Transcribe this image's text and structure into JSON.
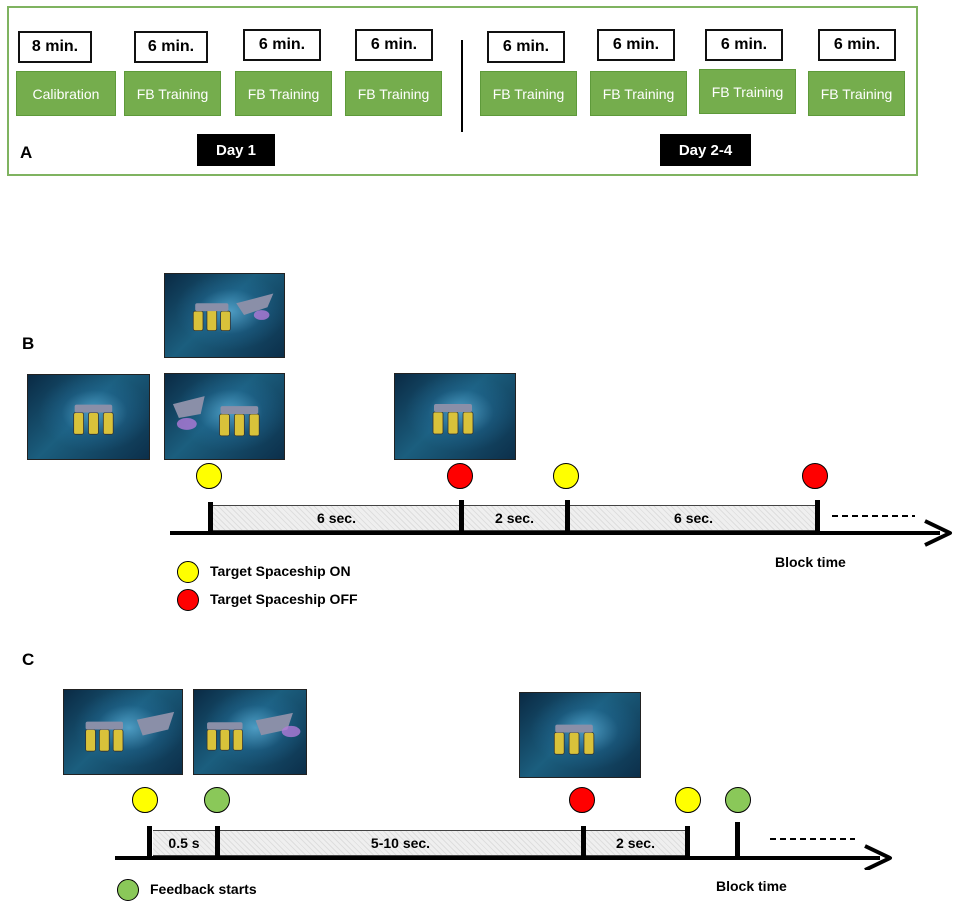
{
  "panel_a": {
    "label": "A",
    "day1_label": "Day 1",
    "day2_label": "Day 2-4",
    "day1_blocks": [
      {
        "duration": "8 min.",
        "phase": "Calibration"
      },
      {
        "duration": "6 min.",
        "phase": "FB Training"
      },
      {
        "duration": "6 min.",
        "phase": "FB Training"
      },
      {
        "duration": "6 min.",
        "phase": "FB Training"
      }
    ],
    "day2_blocks": [
      {
        "duration": "6 min.",
        "phase": "FB Training"
      },
      {
        "duration": "6 min.",
        "phase": "FB Training"
      },
      {
        "duration": "6 min.",
        "phase": "FB Training"
      },
      {
        "duration": "6 min.",
        "phase": "FB Training"
      }
    ]
  },
  "panel_b": {
    "label": "B",
    "segments": [
      "6 sec.",
      "2 sec.",
      "6 sec."
    ],
    "axis_label": "Block time",
    "legend": [
      {
        "color": "#ffff00",
        "text": "Target Spaceship ON"
      },
      {
        "color": "#ff0000",
        "text": "Target Spaceship OFF"
      }
    ]
  },
  "panel_c": {
    "label": "C",
    "segments": [
      "0.5 s",
      "5-10 sec.",
      "2 sec."
    ],
    "axis_label": "Block time",
    "legend": [
      {
        "color": "#8ac859",
        "text": "Feedback starts"
      }
    ]
  }
}
